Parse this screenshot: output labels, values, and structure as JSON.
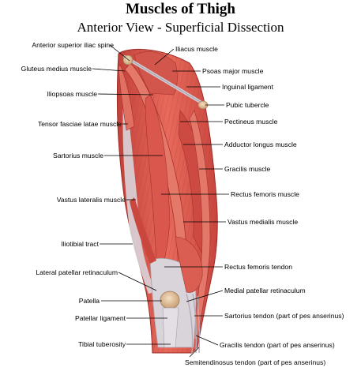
{
  "header": {
    "title": "Muscles of Thigh",
    "subtitle": "Anterior View - Superficial Dissection"
  },
  "colors": {
    "muscle": "#d9534a",
    "muscle_dark": "#a8302b",
    "muscle_light": "#ef8a7c",
    "tendon": "#d8d4d9",
    "tendon_shade": "#b8b2bc",
    "bone": "#e7c9a3",
    "leader": "#000000"
  },
  "labels": {
    "left": [
      "Anterior superior iliac spine",
      "Gluteus medius muscle",
      "Iliopsoas muscle",
      "Tensor fasciae latae muscle",
      "Sartorius muscle",
      "Vastus lateralis muscle",
      "Iliotibial tract",
      "Lateral patellar retinaculum",
      "Patella",
      "Patellar ligament",
      "Tibial tuberosity"
    ],
    "right": [
      "Iliacus muscle",
      "Psoas major muscle",
      "Inguinal ligament",
      "Pubic tubercle",
      "Pectineus muscle",
      "Adductor longus muscle",
      "Gracilis muscle",
      "Rectus femoris muscle",
      "Vastus medialis muscle",
      "Rectus femoris tendon",
      "Medial patellar retinaculum",
      "Sartorius tendon (part of pes anserinus)",
      "Gracilis tendon (part of pes anserinus)",
      "Semitendinosus tendon (part of pes anserinus)"
    ]
  }
}
